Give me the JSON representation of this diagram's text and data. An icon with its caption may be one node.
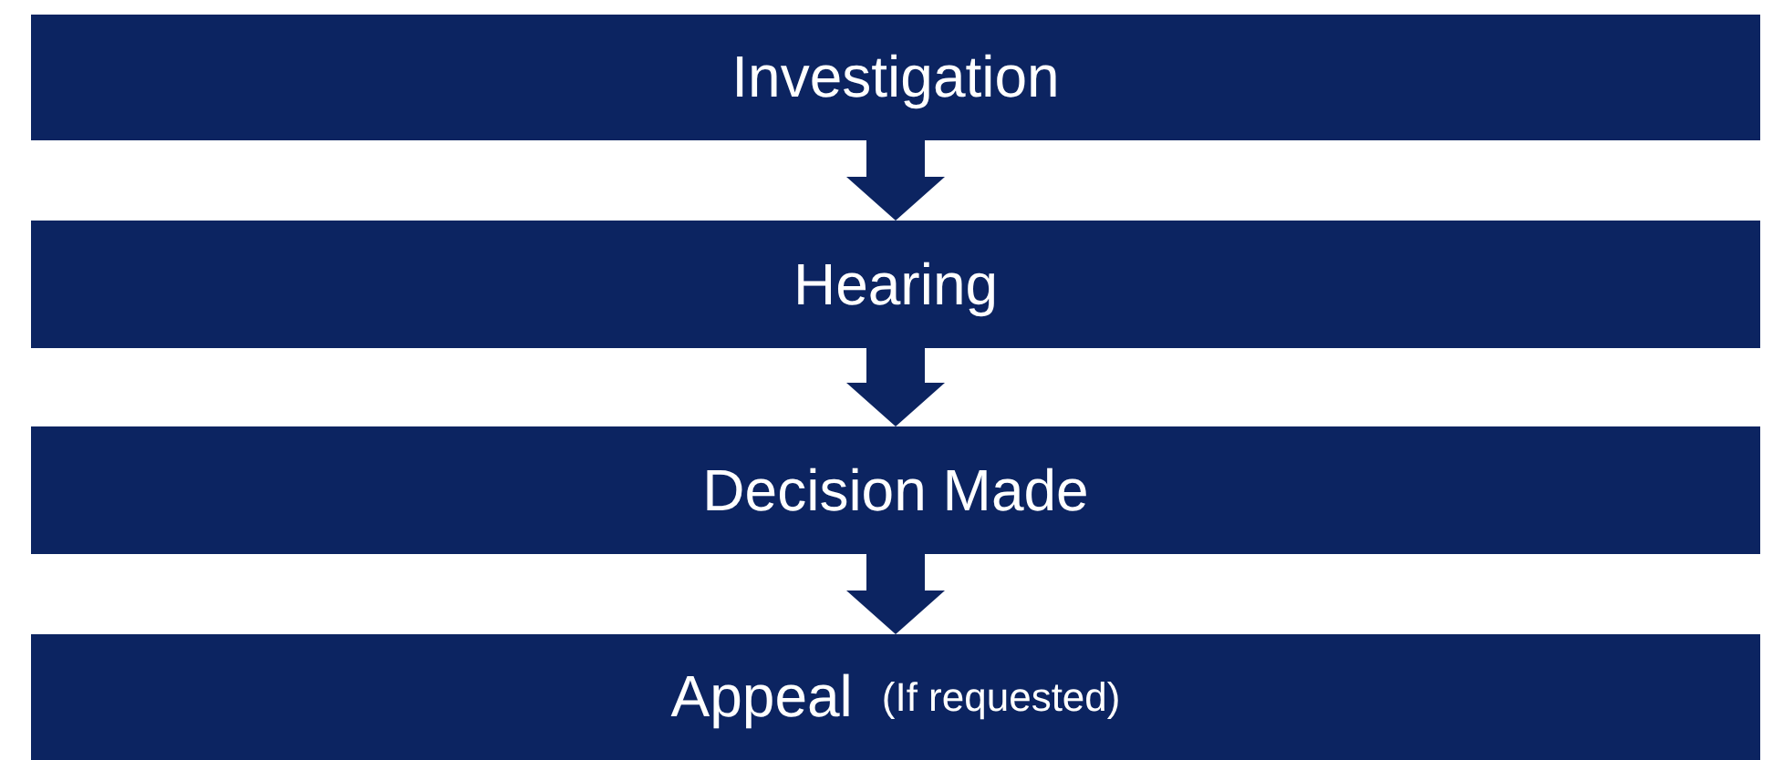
{
  "diagram": {
    "nodes": [
      {
        "text": [
          "Investigation"
        ]
      },
      {
        "text": [
          "Hearing"
        ]
      },
      {
        "text": [
          "Decision Made"
        ]
      },
      {
        "text": [
          "Appeal",
          "(If requested)"
        ]
      }
    ],
    "edges": [
      {
        "from": 0,
        "to": 1,
        "arrow": "to"
      },
      {
        "from": 1,
        "to": 2,
        "arrow": "to"
      },
      {
        "from": 2,
        "to": 3,
        "arrow": "to"
      }
    ]
  }
}
